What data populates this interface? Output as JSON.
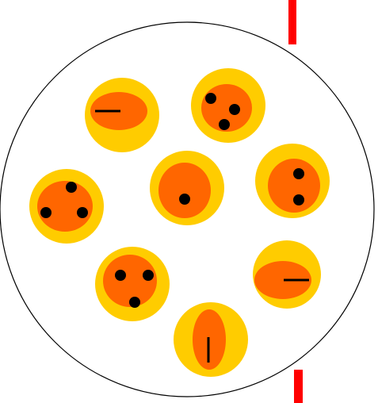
{
  "colors": {
    "background": "#ffffff",
    "board_outline": "#000000",
    "marker": "#ff0000",
    "token_outer": "#ffcc00",
    "token_inner": "#ff6600",
    "mark": "#000000"
  },
  "board": {
    "shape": "circle"
  },
  "markers": [
    {
      "name": "top-marker"
    },
    {
      "name": "bottom-marker"
    }
  ],
  "tokens": [
    {
      "name": "token-line-horizontal-top-left",
      "inner_shape": "ellipse-wide",
      "mark": "horizontal-line",
      "pips": 0
    },
    {
      "name": "token-three-pips-top-right",
      "inner_shape": "circle",
      "mark": "pips",
      "pips": 3
    },
    {
      "name": "token-three-pips-left",
      "inner_shape": "circle",
      "mark": "pips",
      "pips": 3
    },
    {
      "name": "token-one-pip-center",
      "inner_shape": "circle",
      "mark": "pips",
      "pips": 1
    },
    {
      "name": "token-two-pips-right",
      "inner_shape": "circle",
      "mark": "pips",
      "pips": 2
    },
    {
      "name": "token-three-pips-bottom-left",
      "inner_shape": "circle",
      "mark": "pips",
      "pips": 3
    },
    {
      "name": "token-line-horizontal-bottom-right",
      "inner_shape": "ellipse-wide",
      "mark": "horizontal-line",
      "pips": 0
    },
    {
      "name": "token-line-vertical-bottom",
      "inner_shape": "ellipse-tall",
      "mark": "vertical-line",
      "pips": 0
    }
  ]
}
